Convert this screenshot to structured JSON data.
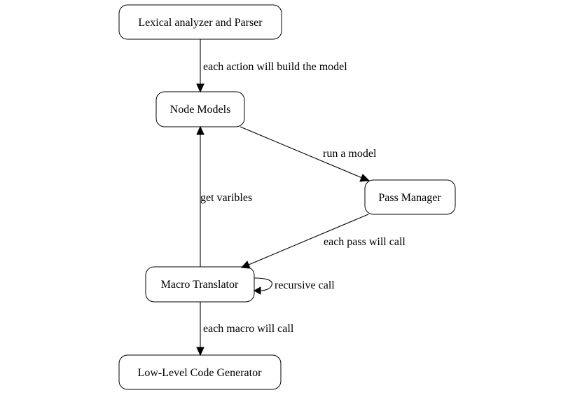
{
  "nodes": {
    "lexer": "Lexical analyzer and Parser",
    "node_models": "Node Models",
    "pass_manager": "Pass Manager",
    "macro_translator": "Macro Translator",
    "codegen": "Low-Level Code Generator"
  },
  "edges": {
    "lexer_to_models": "each action will build the model",
    "models_to_pass": "run a model",
    "pass_to_macro": "each pass will call",
    "macro_to_models": "get varibles",
    "macro_self": "recursive call",
    "macro_to_codegen": "each macro will call"
  }
}
